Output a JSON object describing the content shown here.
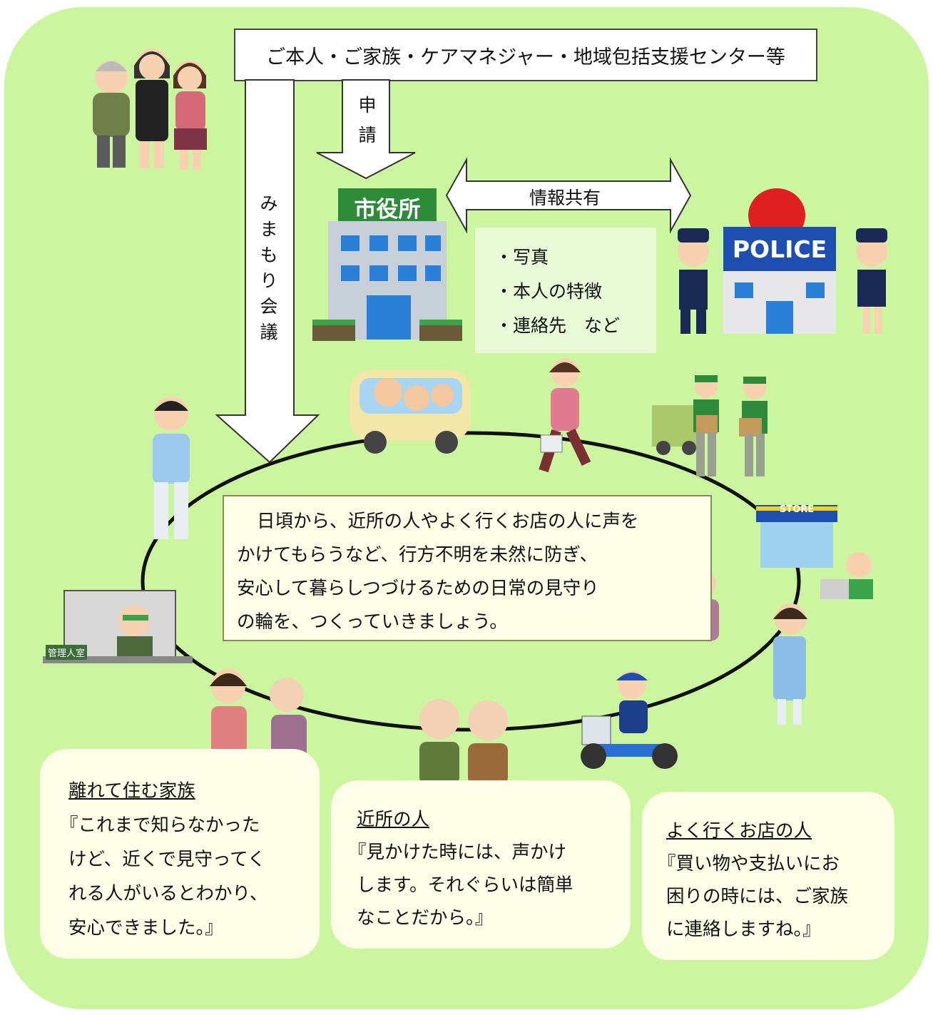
{
  "top_box": "ご本人・ご家族・ケアマネジャー・地域包括支援センター等",
  "application_label": [
    "申",
    "請"
  ],
  "mimamori_label": [
    "み",
    "ま",
    "も",
    "り",
    "会",
    "議"
  ],
  "info_share_label": "情報共有",
  "city_hall_sign": "市役所",
  "police_sign": "POLICE",
  "store_sign": "STORE",
  "manager_sign": "管理人室",
  "shared_info_items": [
    "・写真",
    "・本人の特徴",
    "・連絡先　など"
  ],
  "center_message_lines": [
    "日頃から、近所の人やよく行くお店の人に声を",
    "かけてもらうなど、行方不明を未然に防ぎ、",
    "安心して暮らしつづけるための日常の見守り",
    "の輪を、つくっていきましょう。"
  ],
  "bubbles": [
    {
      "title": "離れて住む家族",
      "lines": [
        "『これまで知らなかった",
        "けど、近くで見守ってく",
        "れる人がいるとわかり、",
        "安心できました。』"
      ]
    },
    {
      "title": "近所の人",
      "lines": [
        "『見かけた時には、声かけ",
        "します。それぐらいは簡単",
        "なことだから。』"
      ]
    },
    {
      "title": "よく行くお店の人",
      "lines": [
        "『買い物や支払いにお",
        "困りの時には、ご家族",
        "に連絡しますね。』"
      ]
    }
  ],
  "colors": {
    "background": "#ccf5a0",
    "info_box": "#e8fbd6",
    "message_box": "#fdfde8",
    "city_hall_green": "#2e8b3a",
    "police_red": "#e02020",
    "police_blue": "#1d4fb0"
  }
}
